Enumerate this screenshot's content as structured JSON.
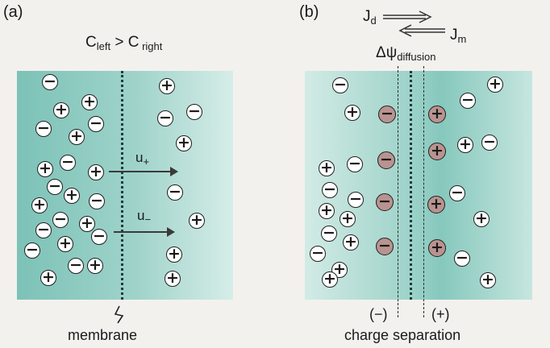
{
  "panel_a": {
    "label": "(a)",
    "title_main": "C",
    "title_sub_left": "left",
    "title_op": " > C",
    "title_sub_right": " right",
    "ion_plus": "+",
    "ion_minus": "−",
    "flux_u_plus_main": "u",
    "flux_u_plus_sub": "+",
    "flux_u_minus_main": "u",
    "flux_u_minus_sub": "−",
    "membrane_label": "membrane"
  },
  "panel_b": {
    "label": "(b)",
    "jd_main": "J",
    "jd_sub": "d",
    "jm_main": "J",
    "jm_sub": "m",
    "potential_main": "Δψ",
    "potential_sub": "diffusion",
    "left_sign": "(−)",
    "right_sign": "(+)",
    "caption": "charge separation"
  }
}
